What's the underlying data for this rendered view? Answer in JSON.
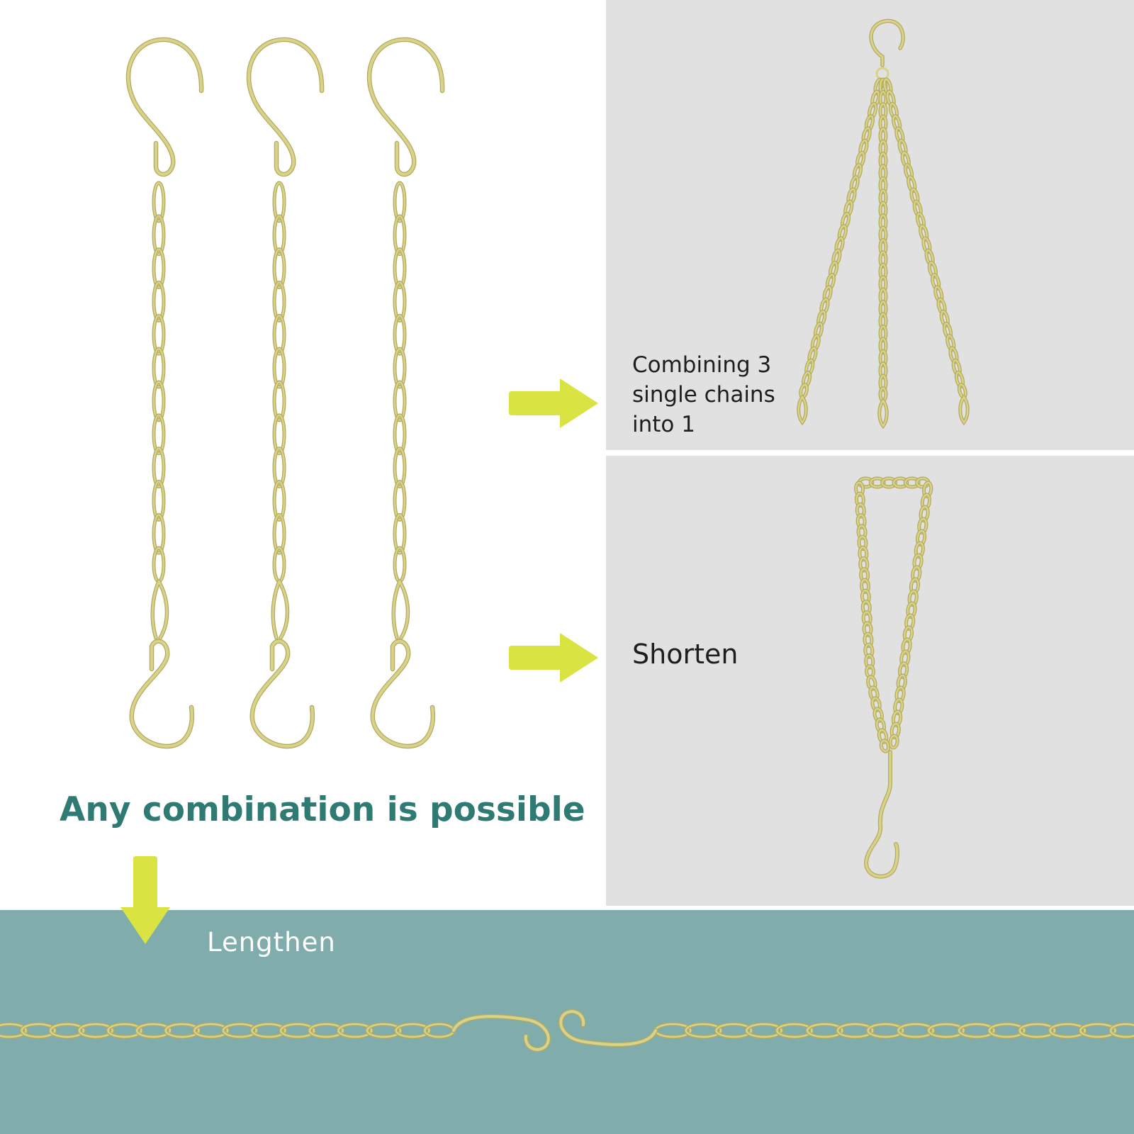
{
  "captions": {
    "combine": "Combining 3 single chains into 1",
    "shorten": "Shorten",
    "headline": "Any combination is possible",
    "lengthen": "Lengthen"
  },
  "colors": {
    "chain": "#d8d28a",
    "chain_outline": "#b3ab5e",
    "arrow": "#d9e443",
    "panel": "#e1e1e1",
    "band": "#80acab",
    "headline": "#2f7b74"
  },
  "icons": {
    "arrow_right": "arrow-right-icon",
    "arrow_down": "arrow-down-icon",
    "hook": "s-hook-icon"
  }
}
